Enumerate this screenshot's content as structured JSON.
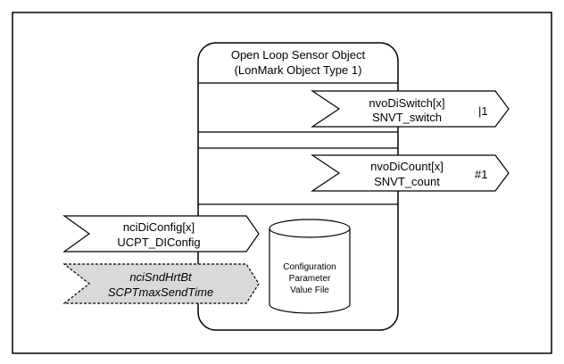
{
  "object": {
    "title_line1": "Open Loop Sensor Object",
    "title_line2": "(LonMark Object Type 1)"
  },
  "outputs": [
    {
      "variable": "nvoDiSwitch[x]",
      "type": "SNVT_switch",
      "index": "|1"
    },
    {
      "variable": "nvoDiCount[x]",
      "type": "SNVT_count",
      "index": "#1"
    }
  ],
  "inputs": [
    {
      "variable": "nciDiConfig[x]",
      "type": "UCPT_DIConfig",
      "optional": false
    },
    {
      "variable": "nciSndHrtBt",
      "type": "SCPTmaxSendTime",
      "optional": true
    }
  ],
  "config_file": {
    "line1": "Configuration",
    "line2": "Parameter",
    "line3": "Value File"
  },
  "colors": {
    "stroke": "#000000",
    "optional_fill": "#d9d9d9",
    "background": "#ffffff"
  }
}
